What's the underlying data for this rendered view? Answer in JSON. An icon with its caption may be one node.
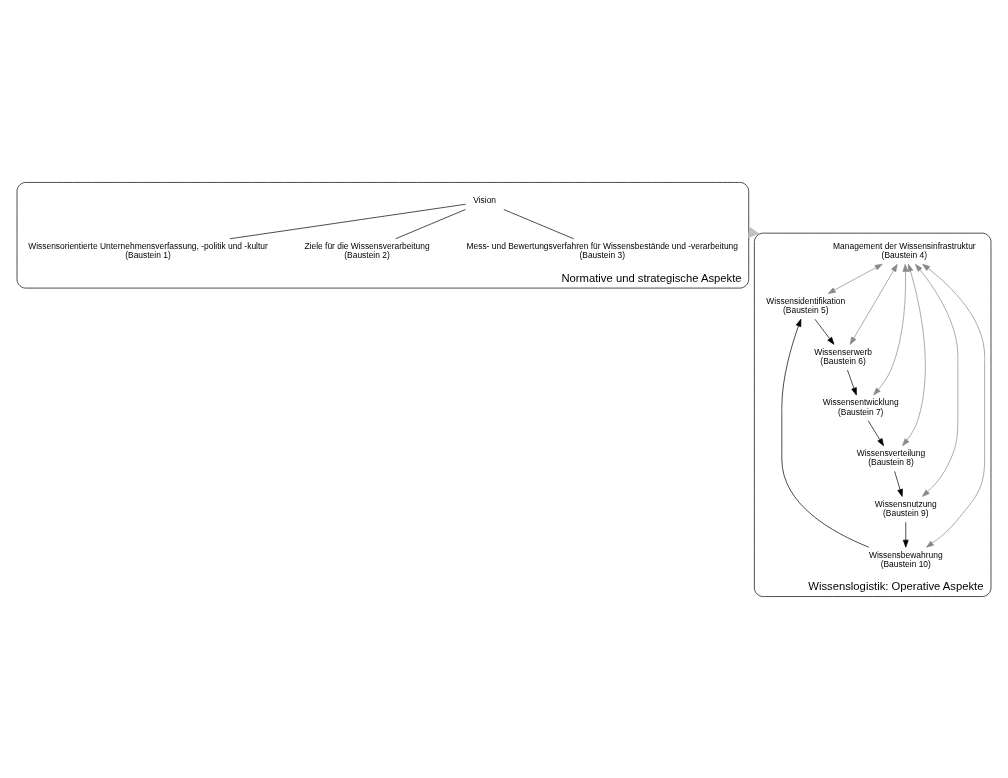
{
  "diagram": {
    "nodes": [
      {
        "text": [
          "Normative und strategische Aspekte"
        ]
      },
      {
        "text": [
          "Vision"
        ],
        "in": 0
      },
      {
        "text": [
          "Wissensorientierte Unternehmensverfassung, -politik und -kultur",
          "(Baustein 1)"
        ],
        "in": 0
      },
      {
        "text": [
          "Ziele für die Wissensverarbeitung",
          "(Baustein 2)"
        ],
        "in": 0
      },
      {
        "text": [
          "Mess- und Bewertungsverfahren für Wissensbestände und -verarbeitung",
          "(Baustein 3)"
        ],
        "in": 0
      },
      {
        "text": [
          "Wissenslogistik: Operative Aspekte"
        ]
      },
      {
        "text": [
          "Management der Wissensinfrastruktur",
          "(Baustein 4)"
        ],
        "in": 5
      },
      {
        "text": [
          "Wissensidentifikation",
          "(Baustein 5)"
        ],
        "in": 5
      },
      {
        "text": [
          "Wissenserwerb",
          "(Baustein 6)"
        ],
        "in": 5
      },
      {
        "text": [
          "Wissensentwicklung",
          "(Baustein 7)"
        ],
        "in": 5
      },
      {
        "text": [
          "Wissensverteilung",
          "(Baustein 8)"
        ],
        "in": 5
      },
      {
        "text": [
          "Wissensnutzung",
          "(Baustein 9)"
        ],
        "in": 5
      },
      {
        "text": [
          "Wissensbewahrung",
          "(Baustein 10)"
        ],
        "in": 5
      }
    ],
    "edges": [
      {
        "from": 1,
        "to": 2,
        "arrow": "none"
      },
      {
        "from": 1,
        "to": 3,
        "arrow": "none"
      },
      {
        "from": 1,
        "to": 4,
        "arrow": "none"
      },
      {
        "from": 0,
        "to": 5,
        "arrow": "to",
        "style": "thick",
        "color": "#c0c0c0"
      },
      {
        "from": 12,
        "to": 7,
        "arrow": "to"
      },
      {
        "from": 7,
        "to": 8,
        "arrow": "to"
      },
      {
        "from": 8,
        "to": 9,
        "arrow": "to"
      },
      {
        "from": 9,
        "to": 10,
        "arrow": "to"
      },
      {
        "from": 10,
        "to": 11,
        "arrow": "to"
      },
      {
        "from": 11,
        "to": 12,
        "arrow": "to"
      },
      {
        "from": 6,
        "to": 7,
        "arrow": "both",
        "color": "#888888"
      },
      {
        "from": 6,
        "to": 8,
        "arrow": "both",
        "color": "#888888"
      },
      {
        "from": 6,
        "to": 9,
        "arrow": "both",
        "color": "#888888"
      },
      {
        "from": 6,
        "to": 10,
        "arrow": "both",
        "color": "#888888"
      },
      {
        "from": 6,
        "to": 11,
        "arrow": "both",
        "color": "#888888"
      },
      {
        "from": 6,
        "to": 12,
        "arrow": "both",
        "color": "#888888"
      }
    ]
  }
}
